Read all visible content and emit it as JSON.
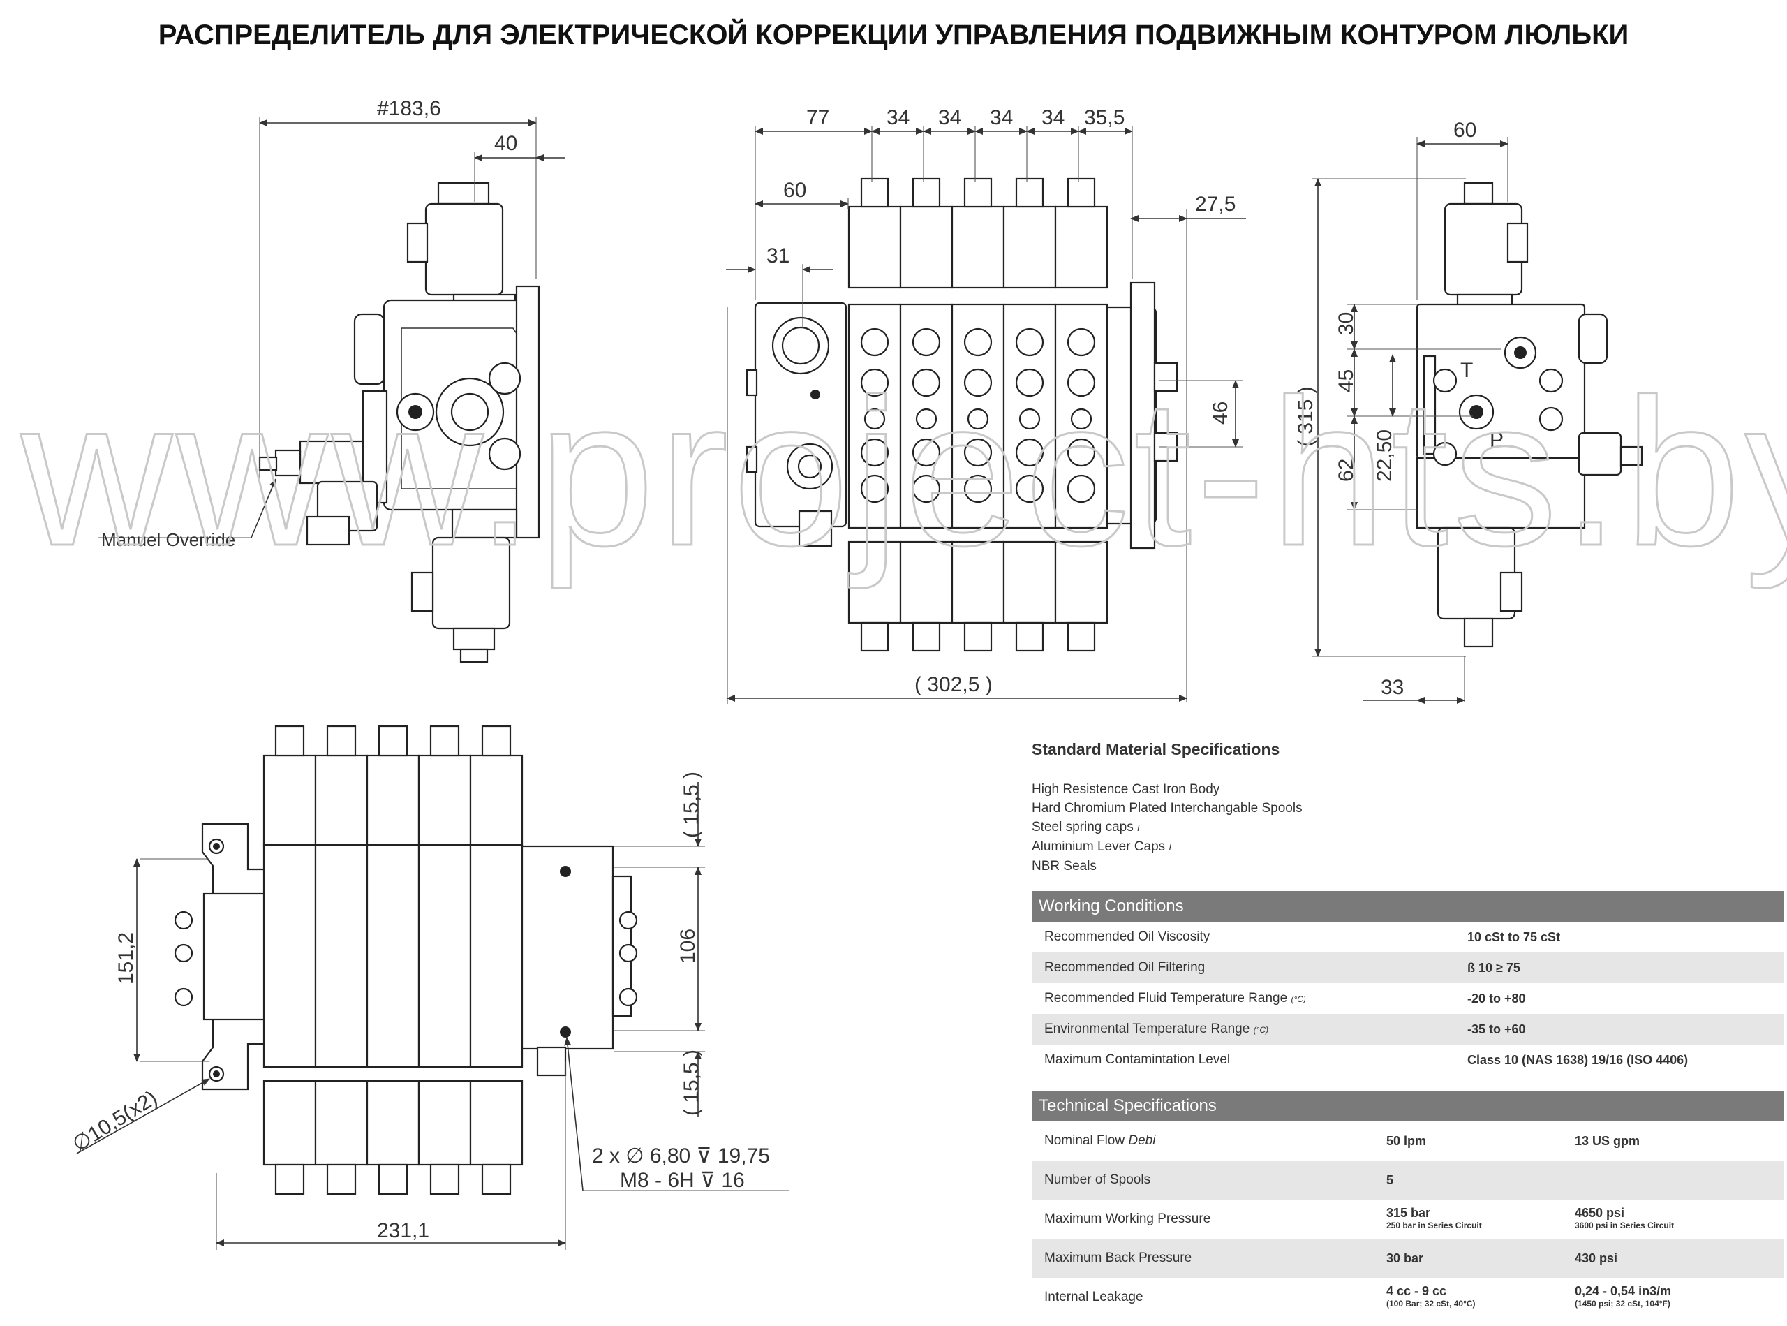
{
  "title": "РАСПРЕДЕЛИТЕЛЬ ДЛЯ ЭЛЕКТРИЧЕСКОЙ КОРРЕКЦИИ УПРАВЛЕНИЯ ПОДВИЖНЫМ КОНТУРОМ ЛЮЛЬКИ",
  "watermark": "www.project-hts.by",
  "side_view": {
    "dim_overall": "#183,6",
    "dim_40": "40",
    "label_override": "Manuel Override"
  },
  "front_view": {
    "dims_top": [
      "77",
      "34",
      "34",
      "34",
      "34",
      "35,5"
    ],
    "dim_60": "60",
    "dim_31": "31",
    "dim_27_5": "27,5",
    "dim_46": "46",
    "dim_width": "( 302,5 )"
  },
  "end_view": {
    "dim_60": "60",
    "dim_30": "30",
    "dim_45": "45",
    "dim_22_50": "22,50",
    "dim_62": "62",
    "dim_315": "( 315 )",
    "dim_33": "33",
    "port_T": "T",
    "port_P": "P"
  },
  "plan_view": {
    "dim_15_5_top": "( 15,5 )",
    "dim_106": "106",
    "dim_15_5_bottom": "( 15,5 )",
    "dim_151_2": "151,2",
    "dim_hole": "∅10,5(x2)",
    "dim_231_1": "231,1",
    "thread_line1": "2 x ∅ 6,80 ⊽ 19,75",
    "thread_line2": "M8 - 6H ⊽ 16"
  },
  "specs": {
    "material_heading": "Standard Material Specifications",
    "material_lines": [
      {
        "text": "High Resistence Cast Iron Body",
        "note": ""
      },
      {
        "text": "Hard Chromium Plated Interchangable Spools",
        "note": ""
      },
      {
        "text": "Steel spring caps",
        "note": "I"
      },
      {
        "text": "Aluminium Lever Caps",
        "note": "I"
      },
      {
        "text": "NBR Seals",
        "note": ""
      }
    ],
    "working_heading": "Working Conditions",
    "working_rows": [
      {
        "label": "Recommended Oil Viscosity",
        "unit": "",
        "value": "10 cSt to 75 cSt"
      },
      {
        "label": "Recommended Oil Filtering",
        "unit": "",
        "value": "ß 10 ≥ 75"
      },
      {
        "label": "Recommended Fluid Temperature Range",
        "unit": "(°C)",
        "value": "-20 to +80"
      },
      {
        "label": "Environmental Temperature Range",
        "unit": "(°C)",
        "value": "-35 to +60"
      },
      {
        "label": "Maximum Contamintation Level",
        "unit": "",
        "value": "Class 10 (NAS 1638)  19/16 (ISO 4406)"
      }
    ],
    "technical_heading": "Technical Specifications",
    "technical_rows": [
      {
        "label": "Nominal Flow",
        "unit": "Debi",
        "v1": "50 lpm",
        "v1sub": "",
        "v2": "13 US gpm",
        "v2sub": ""
      },
      {
        "label": "Number of Spools",
        "unit": "",
        "v1": "5",
        "v1sub": "",
        "v2": "",
        "v2sub": ""
      },
      {
        "label": "Maximum Working Pressure",
        "unit": "",
        "v1": "315 bar",
        "v1sub": "250 bar in Series Circuit",
        "v2": "4650 psi",
        "v2sub": "3600 psi in Series Circuit"
      },
      {
        "label": "Maximum Back Pressure",
        "unit": "",
        "v1": "30 bar",
        "v1sub": "",
        "v2": "430 psi",
        "v2sub": ""
      },
      {
        "label": "Internal Leakage",
        "unit": "",
        "v1": "4 cc - 9 cc",
        "v1sub": "(100 Bar; 32 cSt, 40°C)",
        "v2": "0,24 - 0,54 in3/m",
        "v2sub": "(1450 psi; 32 cSt, 104°F)"
      }
    ]
  }
}
